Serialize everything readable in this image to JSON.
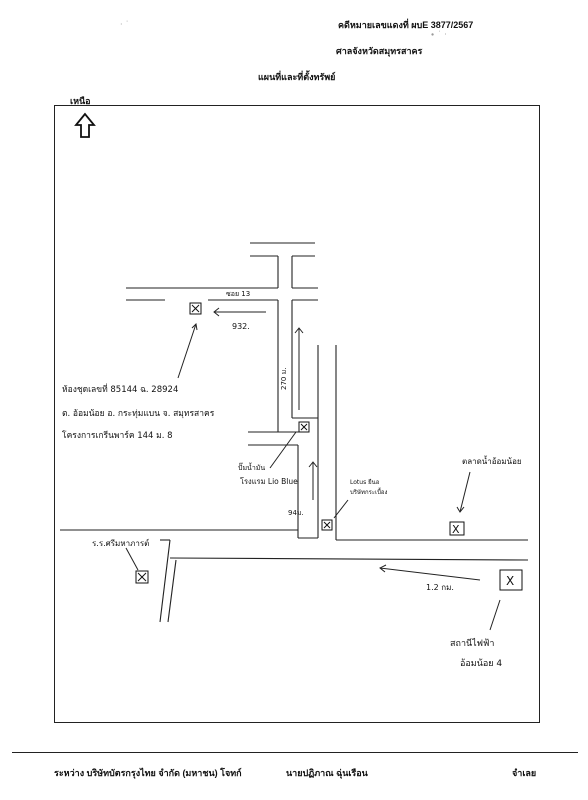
{
  "header": {
    "case_no": "คดีหมายเลขแดงที่ ผบE 3877/2567",
    "court": "ศาลจังหวัดสมุทรสาคร",
    "map_title": "แผนที่และที่ตั้งทรัพย์"
  },
  "north_label": "เหนือ",
  "map": {
    "soi_label": "ซอย 13",
    "dist_right_arrow": "932.",
    "dist_vertical": "270 ม.",
    "property_label": {
      "line1": "ห้องชุดเลขที่ 85144 ฉ. 28924",
      "line2": "ต. อ้อมน้อย อ. กระทุ่มแบน จ. สมุทรสาคร",
      "line3": "โครงการเกรีนพาร์ค 144 ม. 8"
    },
    "gas_station_label": {
      "line1": "ปั๊มน้ำมัน",
      "line2": "โรงแรม Lio Blue"
    },
    "dist_up_arrow": "94ม.",
    "shop_label": {
      "line1": "Lotus ยืนอ",
      "line2": "บริษัทกระเบื้อง"
    },
    "market_label": "ตลาดน้ำอ้อมน้อย",
    "school_label": "ร.ร.ศรีมหาภารต์",
    "dist_main_arrow": "1.2 กม.",
    "electric_label": {
      "line1": "สถานีไฟฟ้า",
      "line2": "อ้อมน้อย 4"
    }
  },
  "footer": {
    "plaintiff": "ระหว่าง บริษัทบัตรกรุงไทย จำกัด (มหาชน) โจทก์",
    "defendant": "นายปฏิภาณ ฉุ่นเรือน",
    "defendant_role": "จำเลย"
  }
}
